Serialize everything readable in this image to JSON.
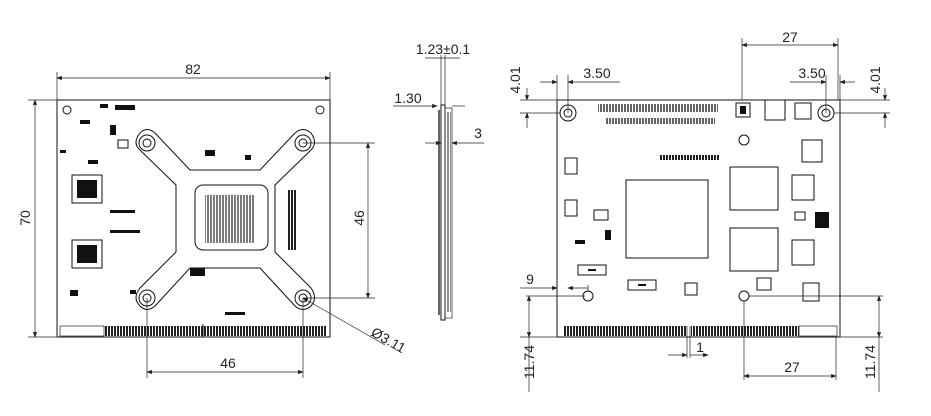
{
  "drawing": {
    "top_view": {
      "width_dim": "82",
      "height_dim": "70",
      "hole_spacing_vertical": "46",
      "hole_spacing_horizontal": "46",
      "hole_diameter": "Ø3.11"
    },
    "side_view": {
      "pcb_thickness": "1.23±0.1",
      "bottom_clearance": "1.30",
      "top_height": "3"
    },
    "bottom_view": {
      "top_hole_spacing": "27",
      "left_hole_offset_x": "3.50",
      "right_hole_offset_x": "3.50",
      "left_hole_offset_y": "4.01",
      "right_hole_offset_y": "4.01",
      "lower_left_hole_x": "9",
      "connector_key_width": "1",
      "bottom_hole_spacing": "27",
      "left_lower_hole_height": "11.74",
      "right_lower_hole_height": "11.74"
    }
  }
}
